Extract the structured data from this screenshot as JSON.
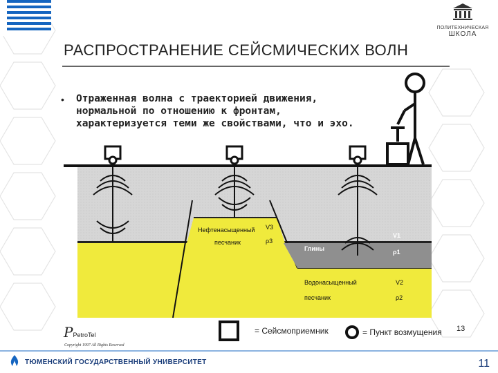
{
  "header": {
    "school_small": "ПОЛИТЕХНИЧЕСКАЯ",
    "school_big": "ШКОЛА",
    "title": "РАСПРОСТРАНЕНИЕ СЕЙСМИЧЕСКИХ ВОЛН"
  },
  "bullet": {
    "text": "Отраженная волна с траекторией движения, нормальной по отношению к фронтам, характеризуется теми же свойствами, что и эхо."
  },
  "diagram": {
    "layer_oil": "Нефтенасыщенный",
    "layer_oil_2": "песчаник",
    "layer_clay": "Глины",
    "layer_water": "Водонасыщенный",
    "layer_water_2": "песчаник",
    "v3": "V3",
    "p3": "ρ3",
    "v1": "V1",
    "p1": "ρ1",
    "v2": "V2",
    "p2": "ρ2"
  },
  "legend": {
    "receiver": "= Сейсмоприемник",
    "source": "= Пункт возмущения",
    "slide_number_small": "13"
  },
  "footer": {
    "petrotel": "PetroTel",
    "copyright": "Copyright 1997 All Rights Reserved",
    "university": "ТЮМЕНСКИЙ ГОСУДАРСТВЕННЫЙ УНИВЕРСИТЕТ",
    "page": "11"
  },
  "colors": {
    "accent_blue": "#1565c0",
    "sand_yellow": "#f0ea3c",
    "clay_gray": "#d4d4d4",
    "hex_line": "#e2e2e2"
  }
}
